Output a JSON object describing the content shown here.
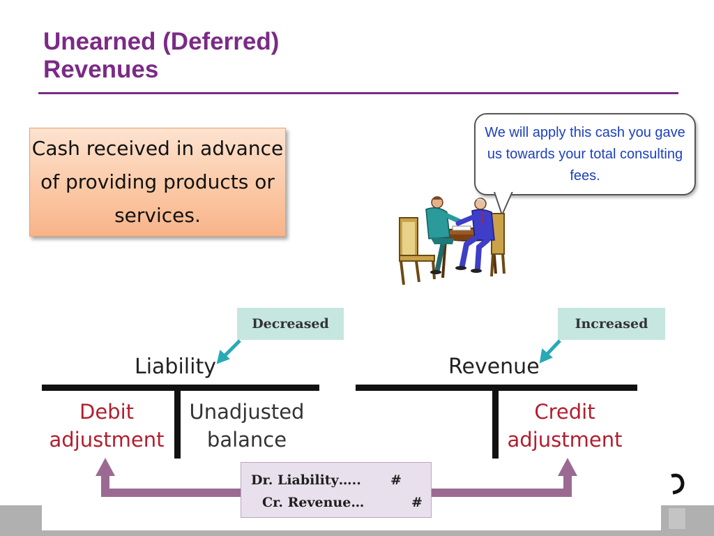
{
  "slide": {
    "title_line1": "Unearned (Deferred)",
    "title_line2": "Revenues",
    "definition": "Cash received in advance of providing products or services.",
    "speech_bubble": "We will apply this cash you gave us towards your total consulting fees."
  },
  "diagram": {
    "liability": {
      "account": "Liability",
      "tag": "Decreased",
      "left_side": "Debit adjustment",
      "right_side": "Unadjusted balance"
    },
    "revenue": {
      "account": "Revenue",
      "tag": "Increased",
      "right_side": "Credit adjustment"
    },
    "journal_entry": {
      "debit_line": "Dr. Liability…..",
      "debit_amount": "#",
      "credit_line": "Cr. Revenue…",
      "credit_amount": "#"
    }
  },
  "colors": {
    "title": "#7b2a86",
    "bubble_text": "#1c3fbf",
    "adjustment_text": "#b21e2e",
    "tag_fill": "#c6e6e0",
    "arrow": "#9b6a92",
    "definition_box": "#fbc9a6"
  }
}
